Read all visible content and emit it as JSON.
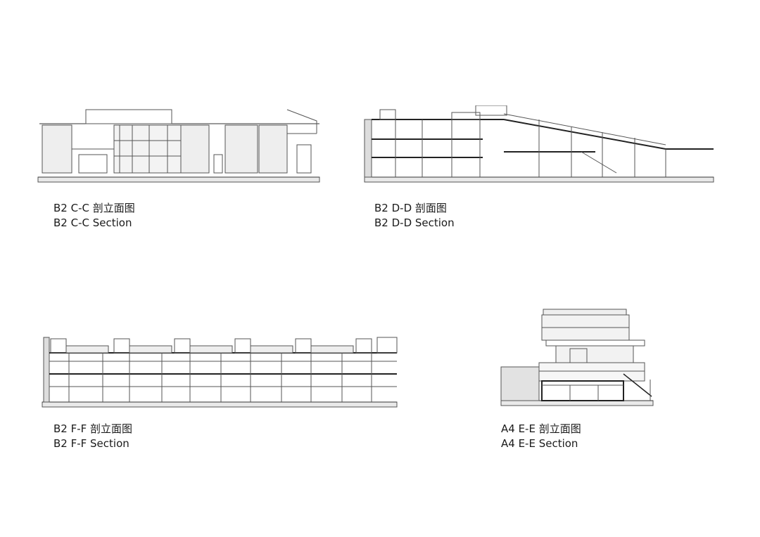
{
  "sections": [
    {
      "id": "b2-cc",
      "caption_cn": "B2 C-C 剖立面图",
      "caption_en": "B2 C-C Section"
    },
    {
      "id": "b2-dd",
      "caption_cn": "B2 D-D 剖面图",
      "caption_en": "B2 D-D Section"
    },
    {
      "id": "b2-ff",
      "caption_cn": "B2 F-F 剖立面图",
      "caption_en": "B2 F-F Section"
    },
    {
      "id": "a4-ee",
      "caption_cn": "A4 E-E 剖立面图",
      "caption_en": "A4 E-E Section"
    }
  ]
}
